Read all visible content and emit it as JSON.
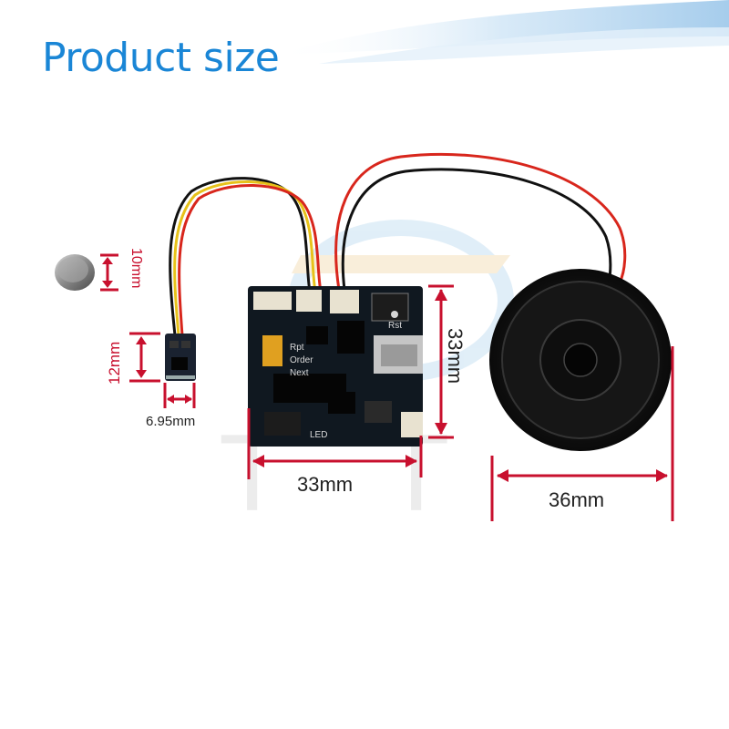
{
  "title": "Product size",
  "labels": {
    "battery_height": "10mm",
    "sensor_height": "12mm",
    "sensor_width": "6.95mm",
    "board_width": "33mm",
    "board_height": "33mm",
    "speaker_diameter": "36mm"
  },
  "board_silkscreen": {
    "rpt": "Rpt",
    "order": "Order",
    "next": "Next",
    "led": "LED",
    "rst": "Rst"
  },
  "colors": {
    "title": "#1a86d6",
    "dimension": "#c8102e",
    "pcb": "#101820",
    "speaker": "#1b1b1b",
    "wire_red": "#d8261c",
    "wire_yellow": "#e7c21a",
    "wire_black": "#111111"
  }
}
